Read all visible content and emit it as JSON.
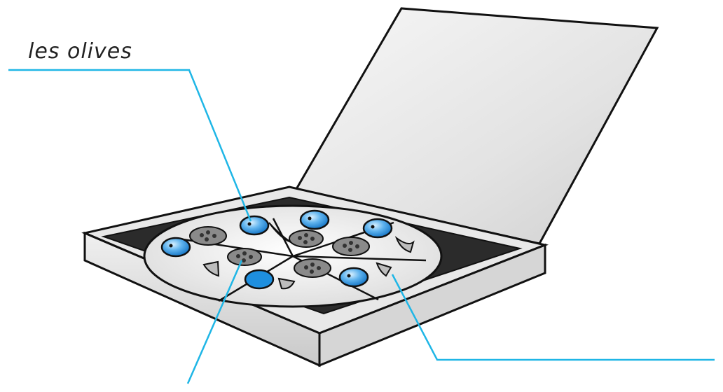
{
  "labels": [
    {
      "id": "olives",
      "text": "les olives"
    },
    {
      "id": "sausage",
      "text": ""
    },
    {
      "id": "crust",
      "text": ""
    }
  ],
  "colors": {
    "leader_line": "#1fb6e6",
    "olive": "#1e8fdf",
    "olive_highlight": "#cfe9fb",
    "topping": "#8a8a8a",
    "outline": "#111111",
    "box_inner": "#2b2b2b",
    "lid": "#e6e6e6",
    "pizza": "#f1f1f1"
  },
  "icons": [
    "pizza-box",
    "olive",
    "sausage-slice",
    "pepper-wedge"
  ]
}
